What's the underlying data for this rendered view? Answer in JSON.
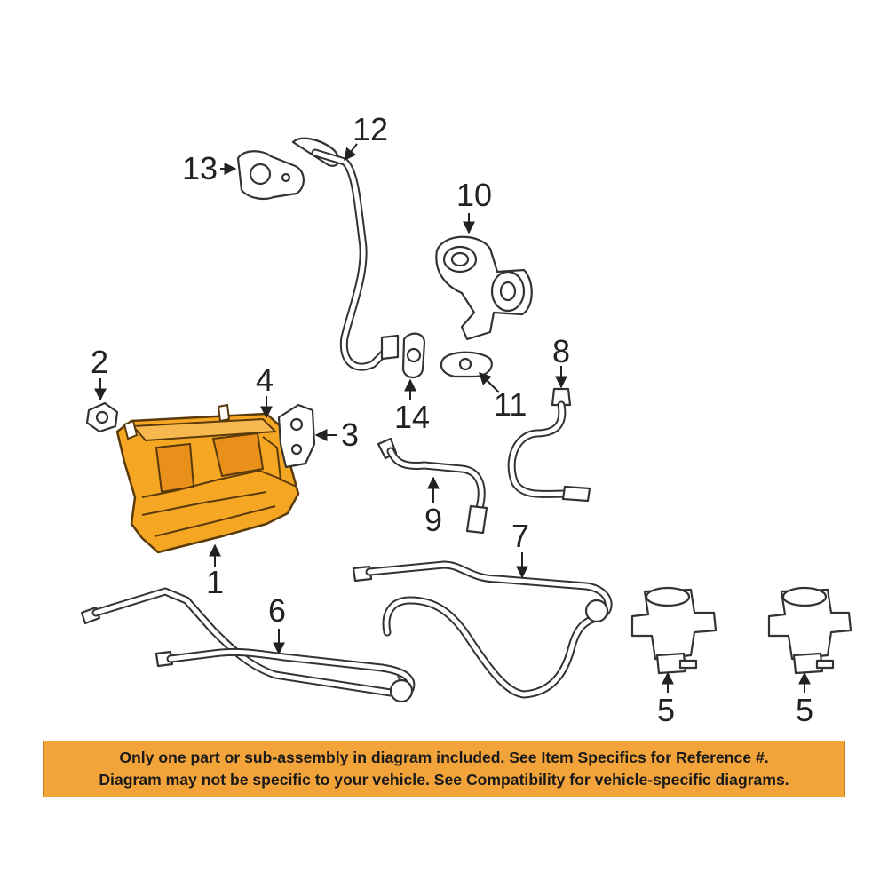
{
  "callouts": {
    "c1": "1",
    "c2": "2",
    "c3": "3",
    "c4": "4",
    "c5a": "5",
    "c5b": "5",
    "c6": "6",
    "c7": "7",
    "c8": "8",
    "c9": "9",
    "c10": "10",
    "c11": "11",
    "c12": "12",
    "c13": "13",
    "c14": "14"
  },
  "highlight_color": "#f5a623",
  "notice": {
    "line1": "Only one part or sub-assembly in diagram included. See Item Specifics for Reference #.",
    "line2": "Diagram may not be specific to your vehicle. See Compatibility for vehicle-specific diagrams.",
    "background_color": "#f2a33a"
  }
}
